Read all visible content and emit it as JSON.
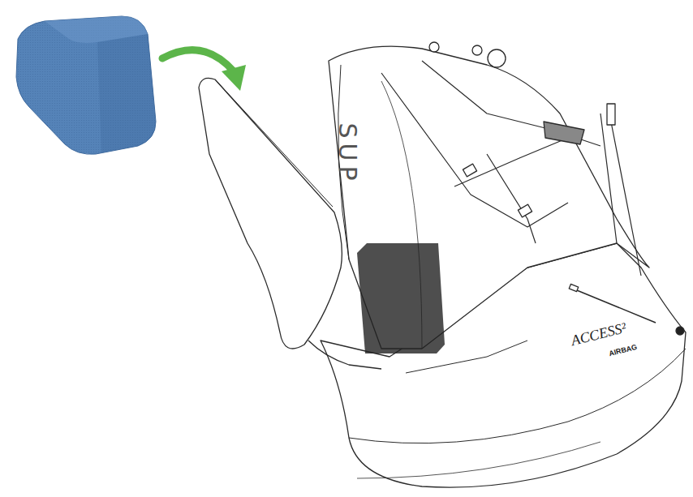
{
  "diagram": {
    "labels": [
      "SUP",
      "ACCESS²",
      "AIRBAG"
    ]
  }
}
